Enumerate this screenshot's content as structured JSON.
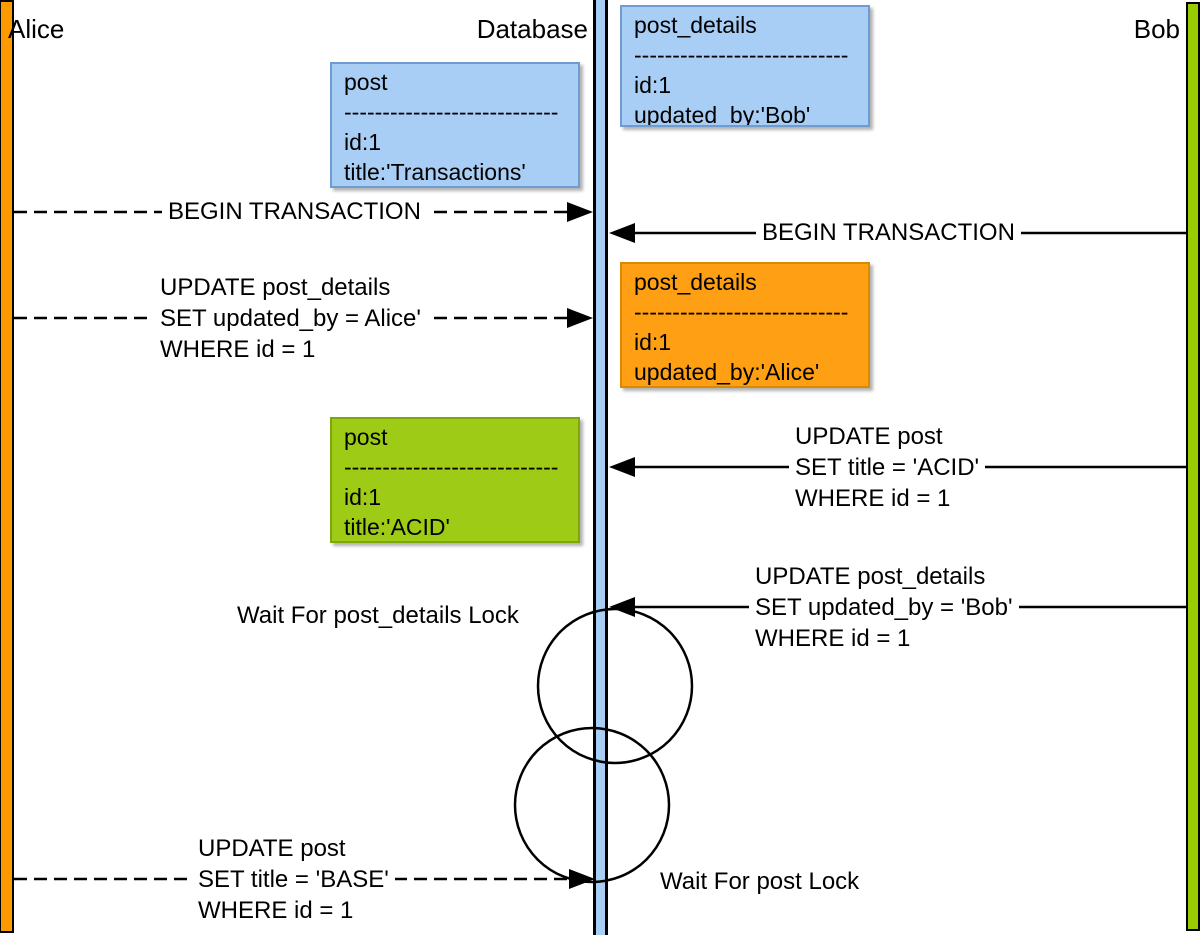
{
  "lifelines": [
    {
      "name": "Alice",
      "color": "#FF9900"
    },
    {
      "name": "Database",
      "color": "#A8CEF5"
    },
    {
      "name": "Bob",
      "color": "#99CC00"
    }
  ],
  "state_boxes": [
    {
      "name": "post",
      "separator": "----------------------------",
      "rows": [
        "id:1",
        "title:'Transactions'"
      ],
      "color": "#A8CEF5"
    },
    {
      "name": "post_details",
      "separator": "----------------------------",
      "rows": [
        "id:1",
        "updated_by:'Bob'"
      ],
      "color": "#A8CEF5"
    },
    {
      "name": "post_details",
      "separator": "----------------------------",
      "rows": [
        "id:1",
        "updated_by:'Alice'"
      ],
      "color": "#FFA014"
    },
    {
      "name": "post",
      "separator": "----------------------------",
      "rows": [
        "id:1",
        "title:'ACID'"
      ],
      "color": "#9ECB15"
    }
  ],
  "messages": [
    {
      "lines": [
        "BEGIN TRANSACTION"
      ]
    },
    {
      "lines": [
        "BEGIN TRANSACTION"
      ]
    },
    {
      "lines": [
        "UPDATE post_details",
        "SET updated_by = Alice'",
        "WHERE id = 1"
      ]
    },
    {
      "lines": [
        "UPDATE post",
        "SET title = 'ACID'",
        "WHERE id = 1"
      ]
    },
    {
      "lines": [
        "UPDATE post_details",
        "SET updated_by = 'Bob'",
        "WHERE id = 1"
      ]
    },
    {
      "lines": [
        "UPDATE post",
        "SET title = 'BASE'",
        "WHERE id = 1"
      ]
    }
  ],
  "wait_labels": [
    "Wait For post_details Lock",
    "Wait For post Lock"
  ]
}
